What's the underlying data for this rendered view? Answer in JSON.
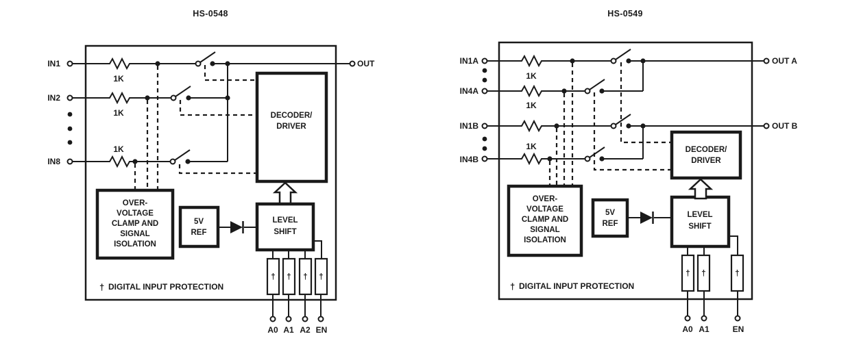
{
  "colors": {
    "ink": "#1a1a1a",
    "background": "#ffffff"
  },
  "diagrams": [
    {
      "title": "HS-0548",
      "inputs": [
        "IN1",
        "IN2",
        "IN8"
      ],
      "resistor_value": "1K",
      "output": "OUT",
      "decoder": [
        "DECODER/",
        "DRIVER"
      ],
      "overvoltage": [
        "OVER-",
        "VOLTAGE",
        "CLAMP AND",
        "SIGNAL",
        "ISOLATION"
      ],
      "ref": [
        "5V",
        "REF"
      ],
      "level_shift": [
        "LEVEL",
        "SHIFT"
      ],
      "dagger": "†",
      "note": "DIGITAL INPUT PROTECTION",
      "terminals": [
        "A0",
        "A1",
        "A2",
        "EN"
      ]
    },
    {
      "title": "HS-0549",
      "inputs": [
        "IN1A",
        "IN4A",
        "IN1B",
        "IN4B"
      ],
      "resistor_value": "1K",
      "outputs": [
        "OUT A",
        "OUT B"
      ],
      "decoder": [
        "DECODER/",
        "DRIVER"
      ],
      "overvoltage": [
        "OVER-",
        "VOLTAGE",
        "CLAMP AND",
        "SIGNAL",
        "ISOLATION"
      ],
      "ref": [
        "5V",
        "REF"
      ],
      "level_shift": [
        "LEVEL",
        "SHIFT"
      ],
      "dagger": "†",
      "note": "DIGITAL INPUT PROTECTION",
      "terminals": [
        "A0",
        "A1",
        "EN"
      ]
    }
  ]
}
